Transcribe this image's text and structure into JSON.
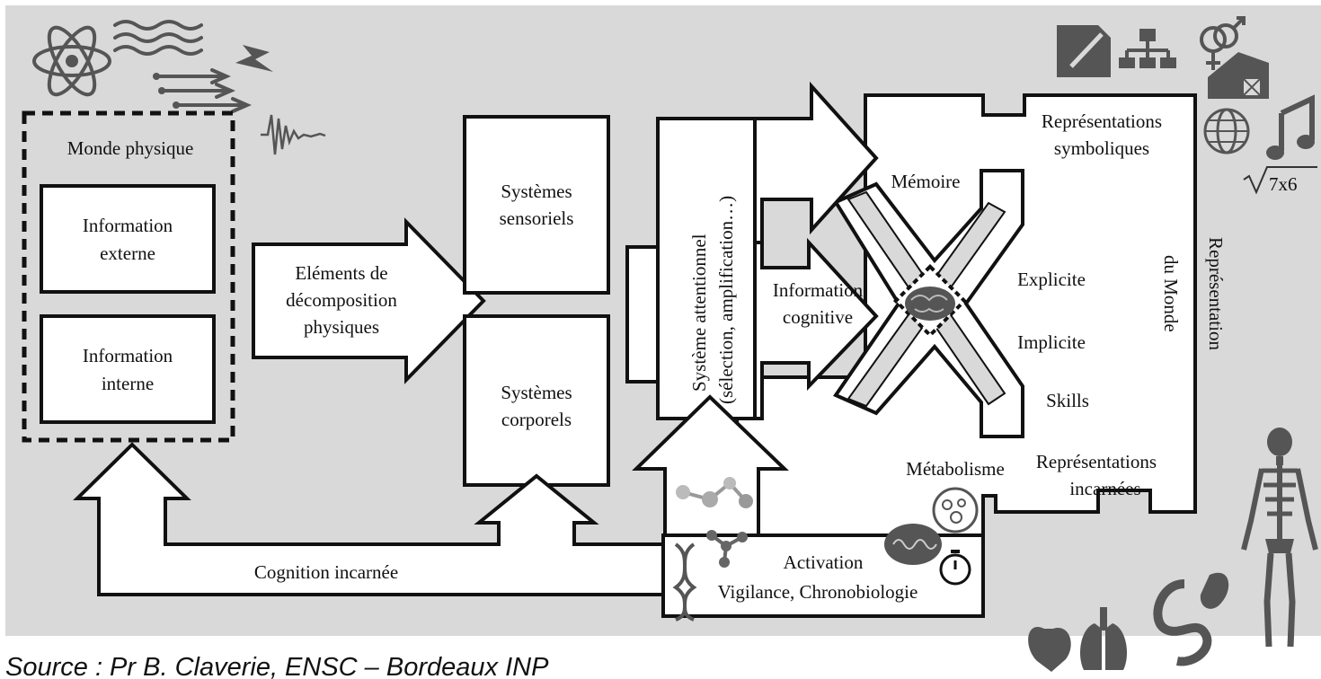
{
  "diagram": {
    "monde_physique": "Monde physique",
    "info_externe": [
      "Information",
      "externe"
    ],
    "info_interne": [
      "Information",
      "interne"
    ],
    "elements_decomp": [
      "Eléments de",
      "décomposition",
      "physiques"
    ],
    "systemes_sensoriels": [
      "Systèmes",
      "sensoriels"
    ],
    "systemes_corporels": [
      "Systèmes",
      "corporels"
    ],
    "systeme_attentionnel": [
      "Système attentionnel",
      "(sélection, amplification…)"
    ],
    "information_cognitive": [
      "Information",
      "cognitive"
    ],
    "memoire": "Mémoire",
    "representations_symboliques": [
      "Représentations",
      "symboliques"
    ],
    "explicite": "Explicite",
    "implicite": "Implicite",
    "skills": "Skills",
    "representation_du_monde": [
      "Représentation",
      "du Monde"
    ],
    "metabolisme": "Métabolisme",
    "representations_incarnees": [
      "Représentations",
      "incarnées"
    ],
    "activation": "Activation",
    "vigilance": "Vigilance, Chronobiologie",
    "cognition_incarnee": "Cognition incarnée",
    "sqrt_text": "7x6"
  },
  "source": "Source : Pr B. Claverie, ENSC – Bordeaux INP",
  "colors": {
    "background": "#d9d9d9",
    "icons": "#555555",
    "stroke": "#111111"
  }
}
